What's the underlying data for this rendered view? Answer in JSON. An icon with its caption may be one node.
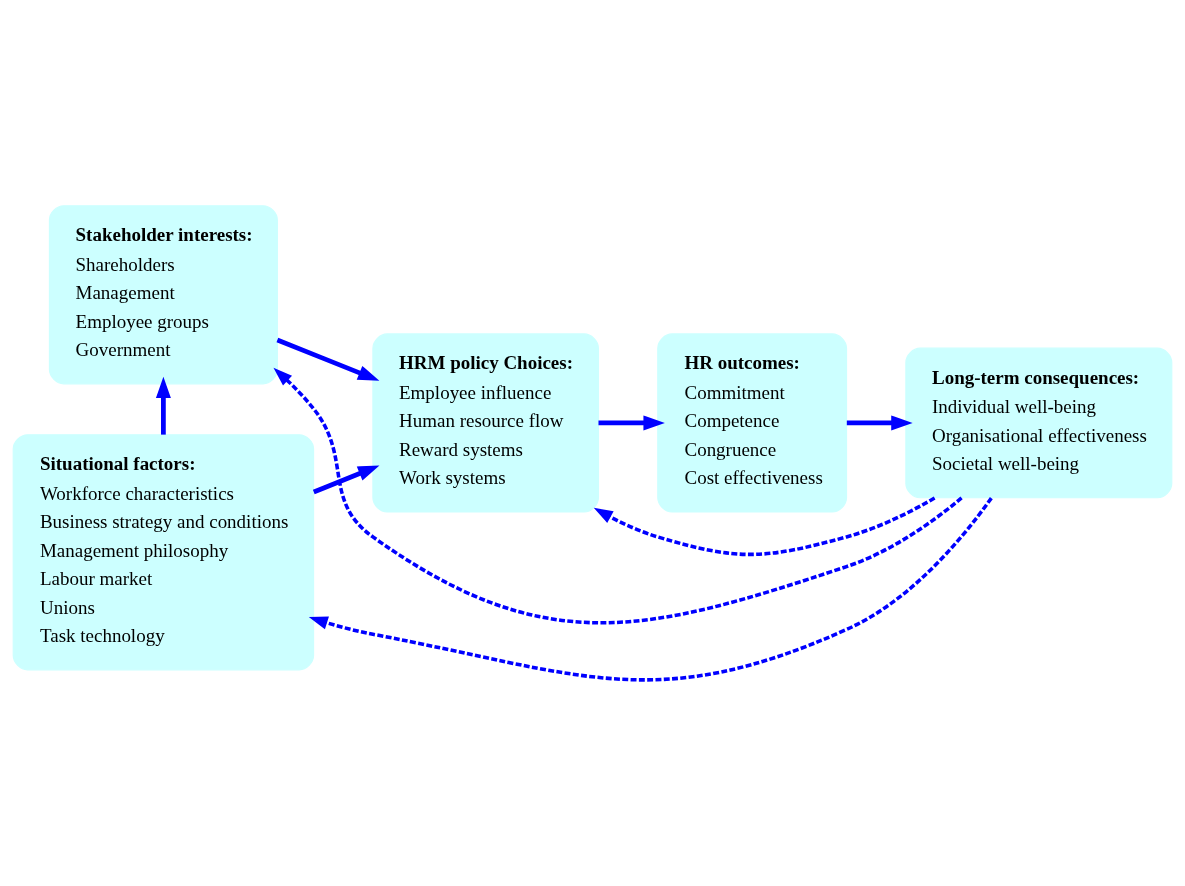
{
  "diagram": {
    "nodes": [
      {
        "text": [
          "Stakeholder interests:",
          "Shareholders",
          "Management",
          "Employee groups",
          "Government"
        ]
      },
      {
        "text": [
          "Situational factors:",
          "Workforce characteristics",
          "Business strategy and conditions",
          "Management philosophy",
          "Labour market",
          "Unions",
          "Task technology"
        ]
      },
      {
        "text": [
          "HRM policy Choices:",
          "Employee influence",
          "Human resource flow",
          "Reward systems",
          "Work systems"
        ]
      },
      {
        "text": [
          "HR outcomes:",
          "Commitment",
          "Competence",
          "Congruence",
          "Cost effectiveness"
        ]
      },
      {
        "text": [
          "Long-term consequences:",
          "Individual well-being",
          "Organisational effectiveness",
          "Societal well-being"
        ]
      }
    ],
    "edges": [
      {
        "from": 1,
        "to": 0,
        "arrow": "to"
      },
      {
        "from": 0,
        "to": 2,
        "arrow": "to"
      },
      {
        "from": 1,
        "to": 2,
        "arrow": "to"
      },
      {
        "from": 2,
        "to": 3,
        "arrow": "to"
      },
      {
        "from": 3,
        "to": 4,
        "arrow": "to"
      },
      {
        "from": 4,
        "to": 0,
        "arrow": "to",
        "style": "dashed"
      },
      {
        "from": 4,
        "to": 1,
        "arrow": "to",
        "style": "dashed"
      },
      {
        "from": 4,
        "to": 2,
        "arrow": "to",
        "style": "dashed"
      }
    ]
  }
}
